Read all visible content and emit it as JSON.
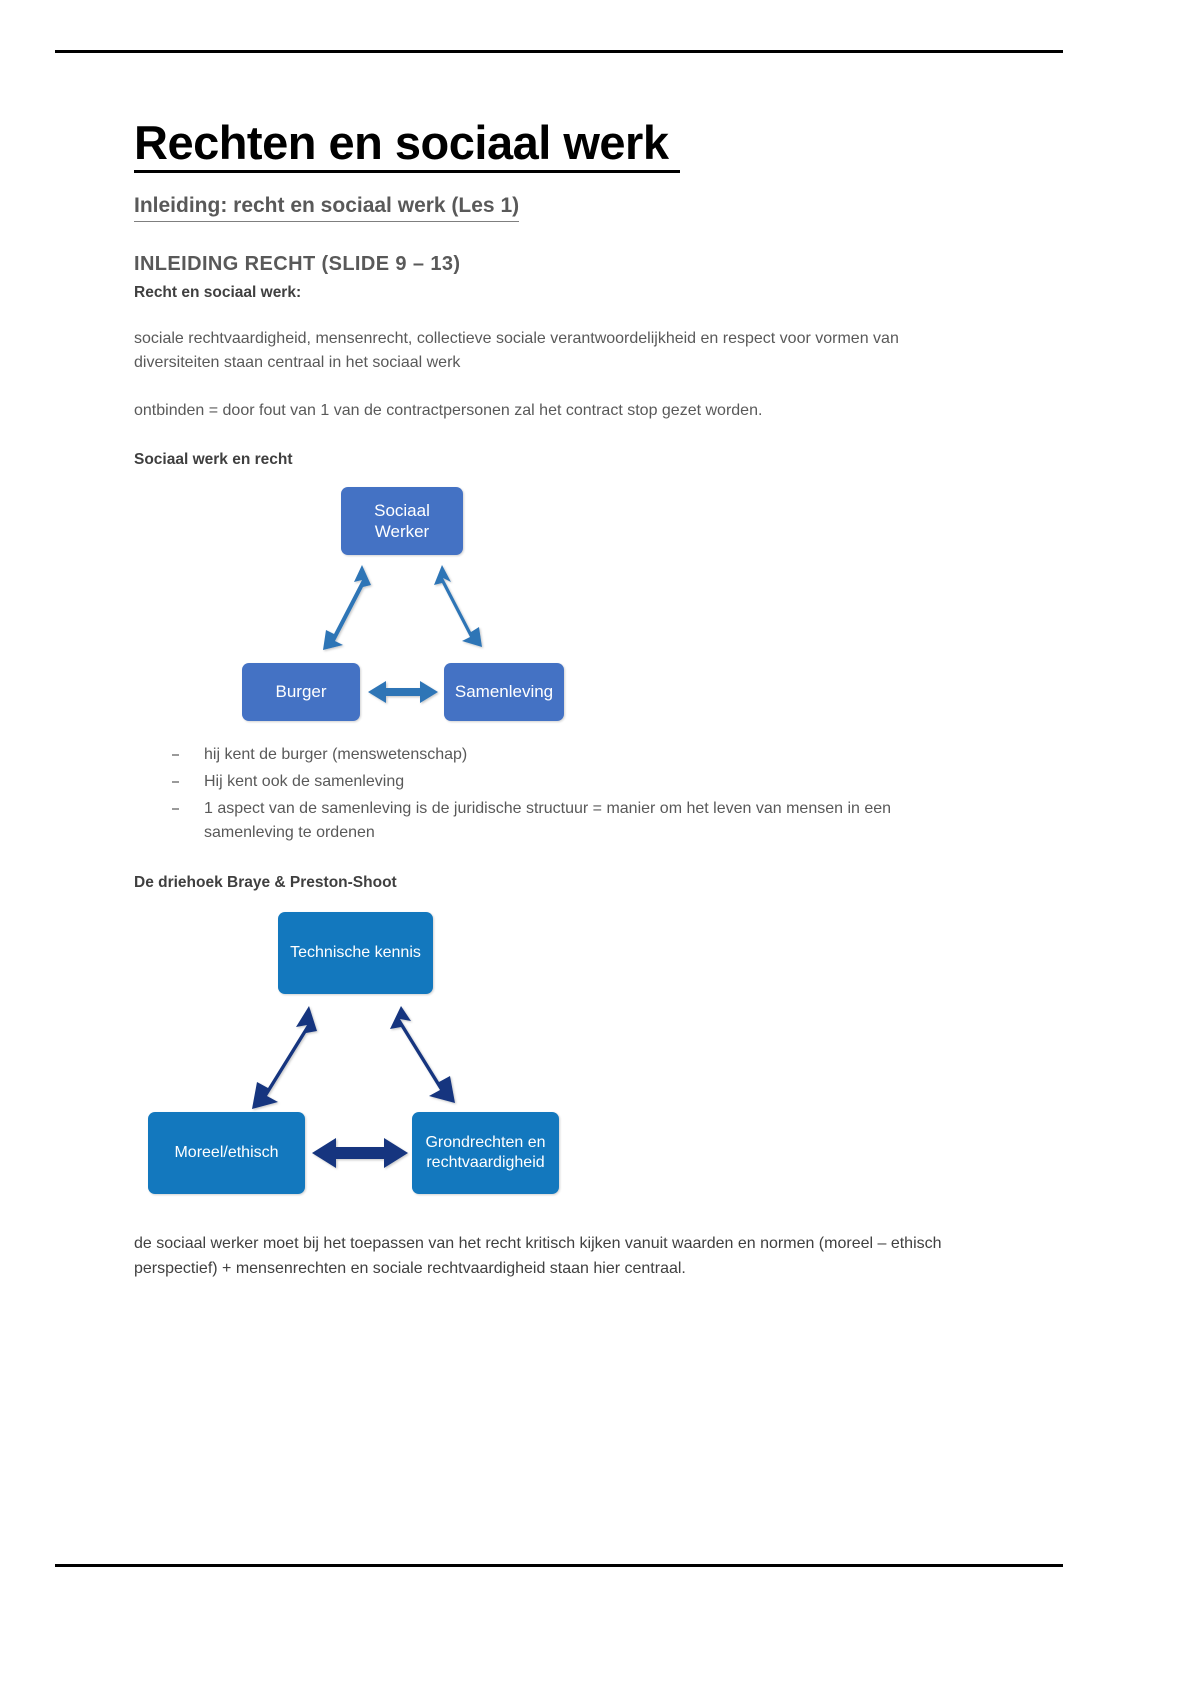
{
  "document": {
    "title": "Rechten en sociaal werk",
    "subtitle": "Inleiding: recht en sociaal werk (Les 1)",
    "section_heading": "INLEIDING RECHT (SLIDE 9 – 13)",
    "lead_bold": "Recht en sociaal werk:",
    "paragraph_1": "sociale rechtvaardigheid, mensenrecht, collectieve sociale verantwoordelijkheid en respect voor vormen van diversiteiten staan centraal in het sociaal werk",
    "paragraph_2": "ontbinden = door fout van 1 van de contractpersonen zal het contract stop gezet worden.",
    "subheading_1": "Sociaal werk en recht",
    "subheading_2": "De driehoek Braye & Preston-Shoot",
    "closing_paragraph": "de sociaal werker moet bij het toepassen van het recht kritisch kijken vanuit waarden en normen (moreel – ethisch perspectief) + mensenrechten en sociale rechtvaardigheid staan hier centraal."
  },
  "diagram_1": {
    "name": "Sociaal werk en recht driehoek",
    "box_color": "#4472C4",
    "arrow_color": "#2E75B6",
    "nodes": {
      "top": "Sociaal\nWerker",
      "top_line_1": "Sociaal",
      "top_line_2": "Werker",
      "left": "Burger",
      "right": "Samenleving"
    },
    "edges": [
      {
        "from": "Sociaal Werker",
        "to": "Burger",
        "style": "double-arrow"
      },
      {
        "from": "Sociaal Werker",
        "to": "Samenleving",
        "style": "double-arrow"
      },
      {
        "from": "Burger",
        "to": "Samenleving",
        "style": "double-arrow"
      }
    ]
  },
  "bullets": [
    "hij kent de burger (menswetenschap)",
    "Hij kent ook de samenleving",
    "1 aspect van de samenleving is de juridische structuur = manier om het leven van mensen in een samenleving te ordenen"
  ],
  "diagram_2": {
    "name": "De driehoek Braye & Preston-Shoot",
    "box_color": "#1378BE",
    "arrow_color": "#14357F",
    "nodes": {
      "top": "Technische kennis",
      "left": "Moreel/ethisch",
      "right_line_1": "Grondrechten en",
      "right_line_2": "rechtvaardigheid"
    },
    "edges": [
      {
        "from": "Technische kennis",
        "to": "Moreel/ethisch",
        "style": "double-arrow"
      },
      {
        "from": "Technische kennis",
        "to": "Grondrechten en rechtvaardigheid",
        "style": "double-arrow"
      },
      {
        "from": "Moreel/ethisch",
        "to": "Grondrechten en rechtvaardigheid",
        "style": "double-arrow"
      }
    ]
  }
}
